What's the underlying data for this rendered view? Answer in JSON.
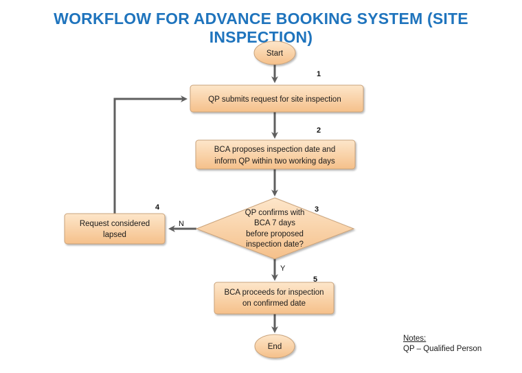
{
  "title": "WORKFLOW FOR ADVANCE BOOKING SYSTEM (SITE INSPECTION)",
  "nodes": {
    "start": "Start",
    "submit": "QP submits request for site inspection",
    "propose": [
      "BCA proposes inspection date and",
      "inform QP within two working days"
    ],
    "decision": [
      "QP confirms with",
      "BCA 7 days",
      "before proposed",
      "inspection date?"
    ],
    "lapsed": [
      "Request considered",
      "lapsed"
    ],
    "proceed": [
      "BCA proceeds for inspection",
      "on confirmed date"
    ],
    "end": "End"
  },
  "step_numbers": {
    "submit": "1",
    "propose": "2",
    "decision": "3",
    "lapsed": "4",
    "proceed": "5"
  },
  "branches": {
    "no": "N",
    "yes": "Y"
  },
  "notes": {
    "heading": "Notes:",
    "items": [
      "QP  – Qualified Person"
    ]
  },
  "colors": {
    "title": "#1f74bd",
    "node_fill_top": "#fde3c4",
    "node_fill_bottom": "#f6c48f",
    "node_stroke": "#c9a27a",
    "connector": "#5f5f5f"
  }
}
